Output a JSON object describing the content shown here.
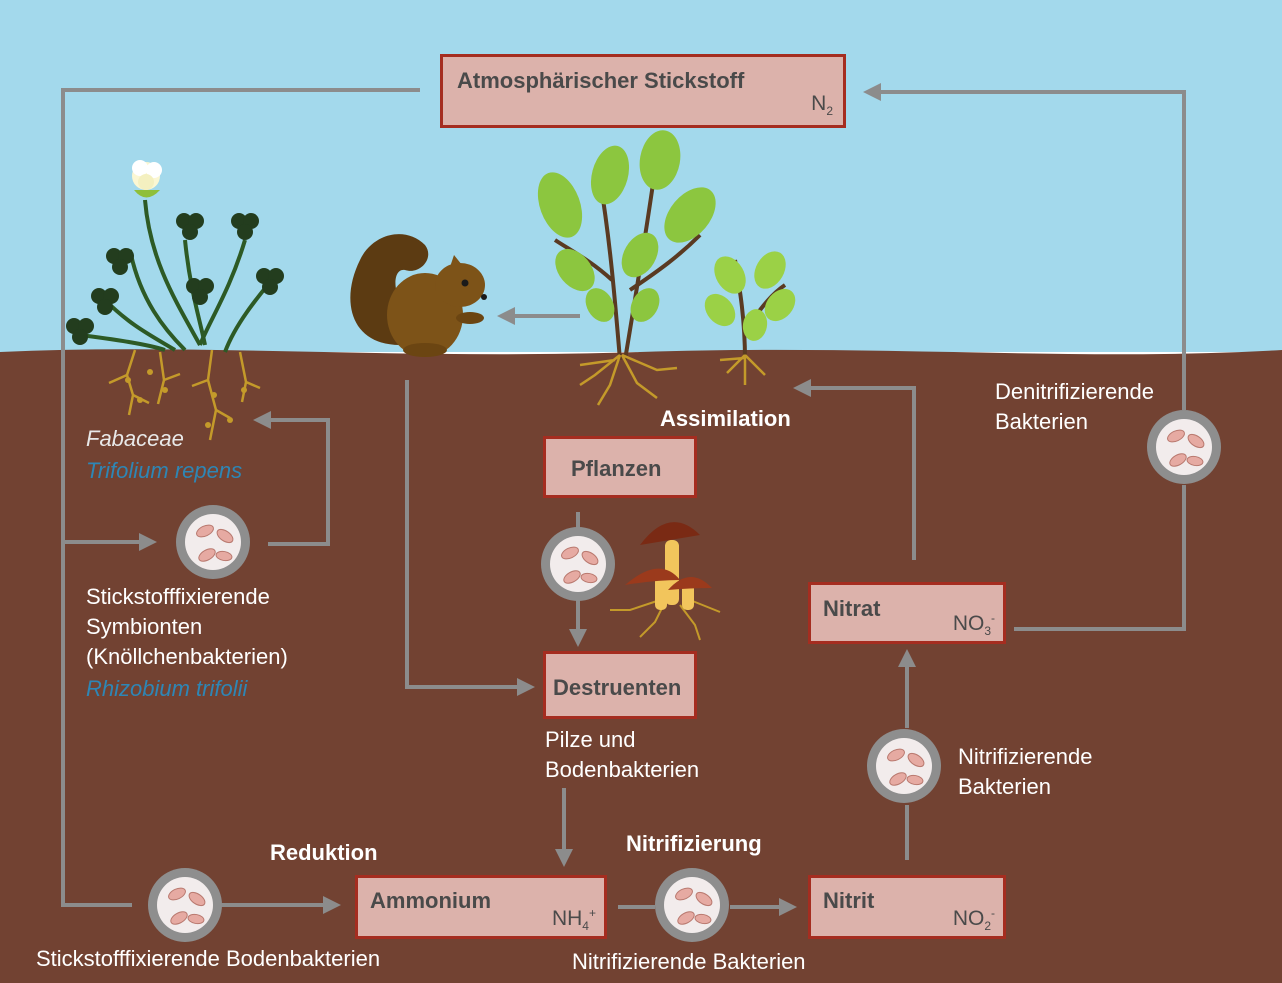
{
  "colors": {
    "sky": "#a3d9ec",
    "soil": "#724232",
    "box_fill": "#dcb2ab",
    "box_border": "#a52d20",
    "arrow": "#8c8c8c",
    "label_text": "#ffffff",
    "latin_name": "#2e86b5"
  },
  "boxes": {
    "atmosphere": {
      "name": "Atmosphärischer Stickstoff",
      "formula_base": "N",
      "formula_sub": "2",
      "formula_sup": ""
    },
    "plants": {
      "name": "Pflanzen"
    },
    "decomposers": {
      "name": "Destruenten"
    },
    "nitrate": {
      "name": "Nitrat",
      "formula_base": "NO",
      "formula_sub": "3",
      "formula_sup": "-"
    },
    "ammonium": {
      "name": "Ammonium",
      "formula_base": "NH",
      "formula_sub": "4",
      "formula_sup": "+"
    },
    "nitrite": {
      "name": "Nitrit",
      "formula_base": "NO",
      "formula_sub": "2",
      "formula_sup": "-"
    }
  },
  "process_labels": {
    "assimilation": "Assimilation",
    "reduction": "Reduktion",
    "nitrification": "Nitrifizierung"
  },
  "organism_labels": {
    "fabaceae": "Fabaceae",
    "trifolium": "Trifolium repens",
    "symbionts_line1": "Stickstofffixierende",
    "symbionts_line2": "Symbionten",
    "symbionts_line3": "(Knöllchenbakterien)",
    "rhizobium": "Rhizobium trifolii",
    "fungi_line1": "Pilze und",
    "fungi_line2": "Bodenbakterien",
    "nitrifying_right_line1": "Nitrifizierende",
    "nitrifying_right_line2": "Bakterien",
    "denitrifying_line1": "Denitrifizierende",
    "denitrifying_line2": "Bakterien",
    "soil_fixers": "Stickstofffixierende Bodenbakterien",
    "nitrifying_bottom": "Nitrifizierende Bakterien"
  },
  "icons": {
    "bacteria": "bacteria-cell-icon",
    "clover": "clover-plant-icon",
    "squirrel": "squirrel-icon",
    "plants": "plant-seedlings-icon",
    "mushrooms": "mushroom-icon"
  }
}
